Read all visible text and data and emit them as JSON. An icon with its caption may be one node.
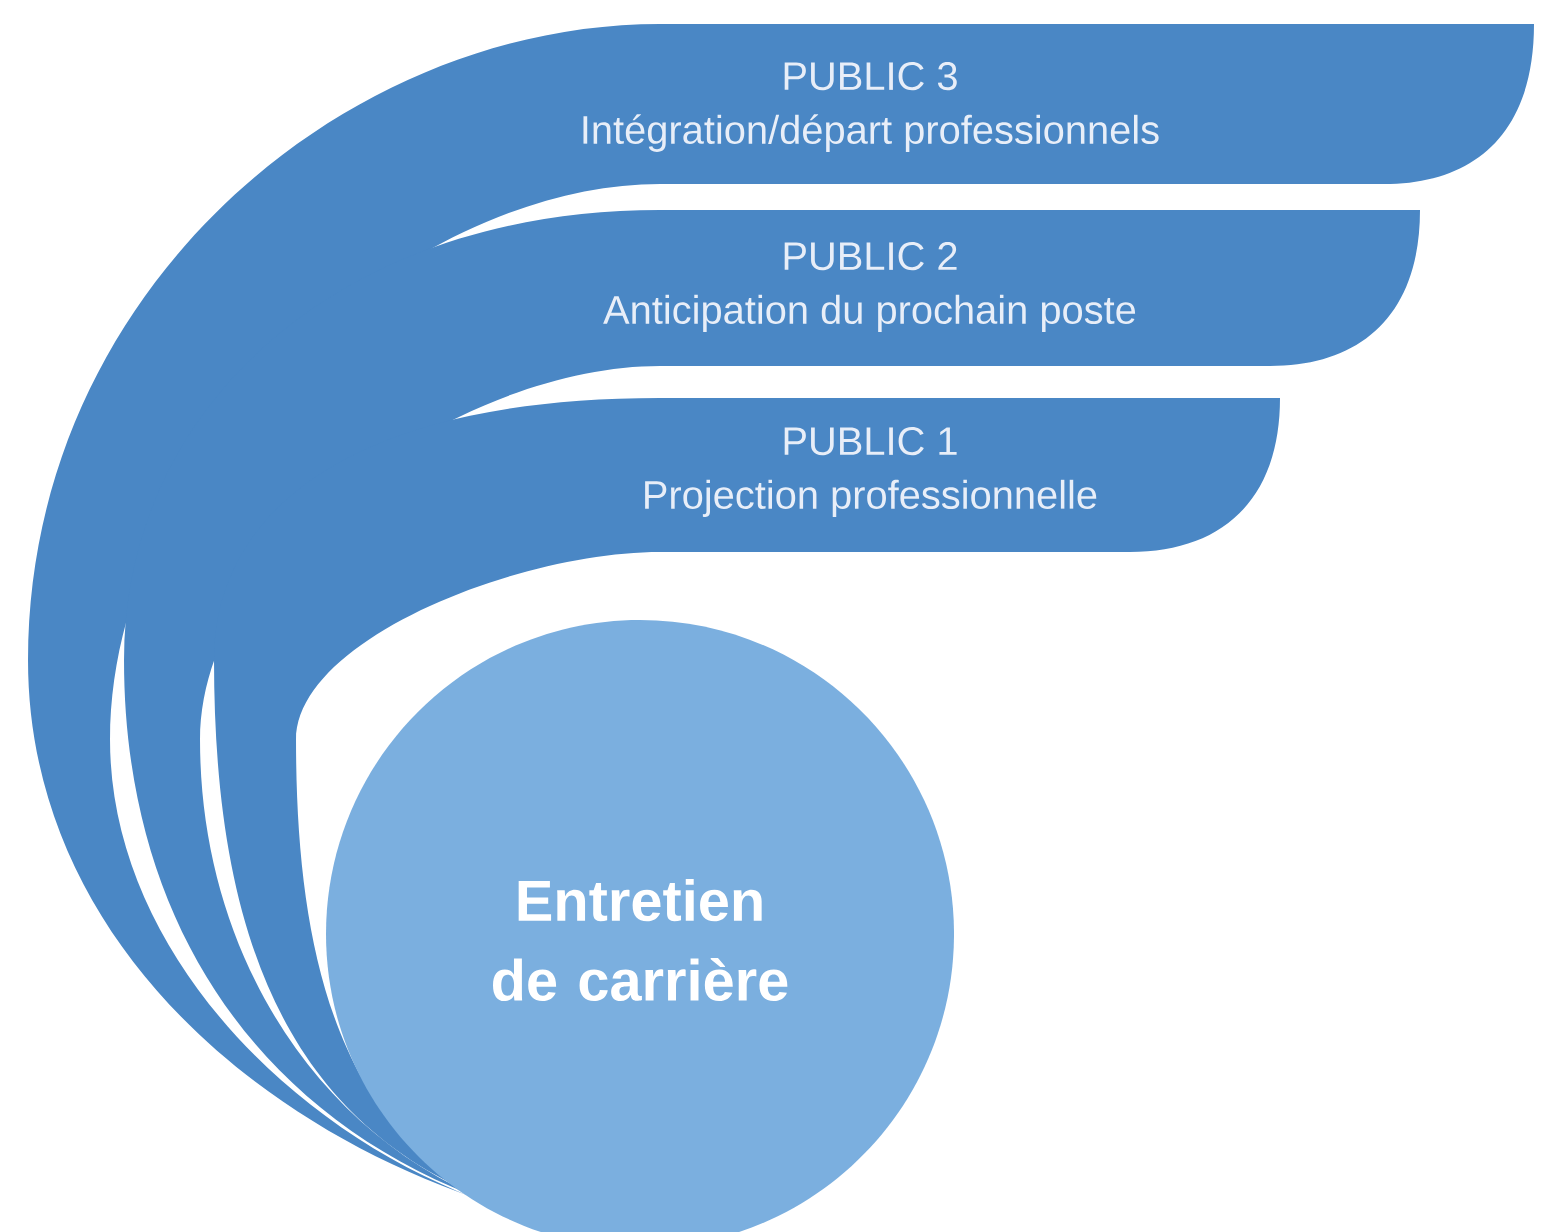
{
  "diagram": {
    "nodes": [
      {
        "text": [
          "PUBLIC 3",
          "Intégration/départ professionnels"
        ]
      },
      {
        "text": [
          "PUBLIC 2",
          "Anticipation du prochain poste"
        ]
      },
      {
        "text": [
          "PUBLIC 1",
          "Projection professionnelle"
        ]
      },
      {
        "text": [
          "Entretien de carrière"
        ]
      }
    ]
  }
}
